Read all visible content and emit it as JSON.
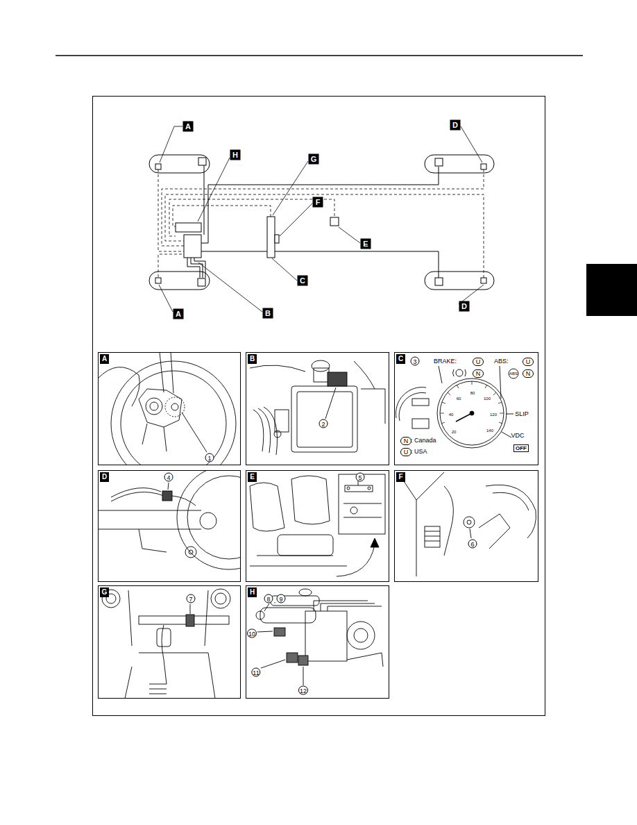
{
  "diagram": {
    "nodes": [
      {
        "text": [
          "A"
        ]
      },
      {
        "text": [
          "B"
        ]
      },
      {
        "text": [
          "C"
        ]
      },
      {
        "text": [
          "U"
        ],
        "in": 2
      },
      {
        "text": [
          "N"
        ],
        "in": 2
      },
      {
        "text": [
          "U"
        ],
        "in": 2
      },
      {
        "text": [
          "N"
        ],
        "in": 2
      },
      {
        "text": [
          "OFF"
        ],
        "in": 2
      },
      {
        "text": [
          "N"
        ],
        "in": 2
      },
      {
        "text": [
          "U"
        ],
        "in": 2
      },
      {
        "text": [
          "D"
        ]
      },
      {
        "text": [
          "E"
        ]
      },
      {
        "text": [
          "F"
        ]
      },
      {
        "text": [
          "G"
        ]
      },
      {
        "text": [
          "H"
        ]
      }
    ],
    "labels": [
      "A",
      "D",
      "H",
      "G",
      "F",
      "E",
      "C",
      "B",
      "A",
      "D",
      "1",
      "2",
      "3",
      "BRAKE:",
      "ABS:",
      "ABS",
      "SLIP",
      "VDC",
      ": Canada",
      ": USA",
      "20",
      "40",
      "60",
      "80",
      "100",
      "120",
      "140",
      "4",
      "5",
      "6",
      "7",
      "8",
      ",",
      "9",
      "10",
      "11",
      "12"
    ]
  }
}
